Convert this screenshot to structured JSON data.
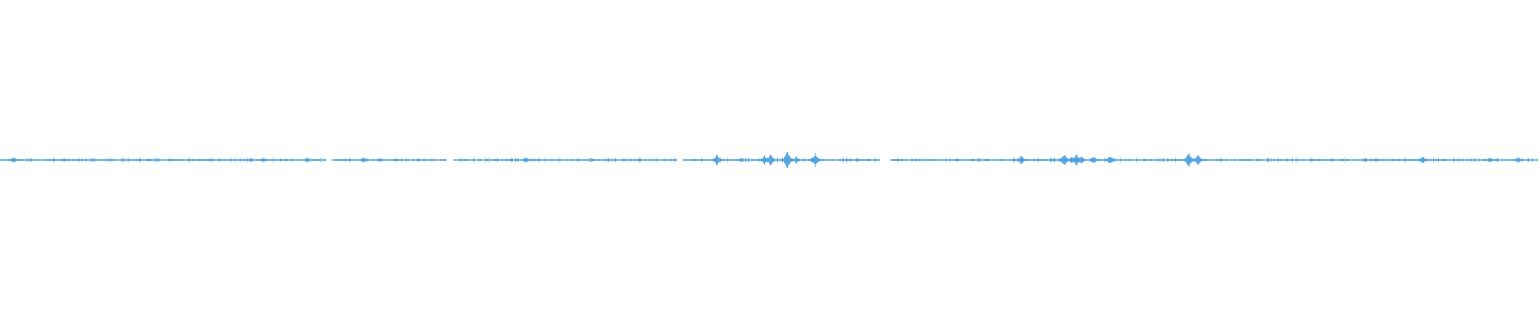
{
  "waveform": {
    "color": "#4a9fdc",
    "background": "#ffffff",
    "duration_fraction_played": 0,
    "segments": [
      [
        0.0,
        0.212
      ],
      [
        0.216,
        0.29
      ],
      [
        0.295,
        0.44
      ],
      [
        0.444,
        0.572
      ],
      [
        0.579,
        1.0
      ]
    ],
    "bursts": [
      {
        "pos": 0.009,
        "amp": 0.3
      },
      {
        "pos": 0.042,
        "amp": 0.15
      },
      {
        "pos": 0.112,
        "amp": 0.12
      },
      {
        "pos": 0.133,
        "amp": 0.1
      },
      {
        "pos": 0.163,
        "amp": 0.18
      },
      {
        "pos": 0.171,
        "amp": 0.22
      },
      {
        "pos": 0.196,
        "amp": 0.1
      },
      {
        "pos": 0.236,
        "amp": 0.28
      },
      {
        "pos": 0.247,
        "amp": 0.18
      },
      {
        "pos": 0.342,
        "amp": 0.25
      },
      {
        "pos": 0.422,
        "amp": 0.1
      },
      {
        "pos": 0.466,
        "amp": 0.48
      },
      {
        "pos": 0.482,
        "amp": 0.22
      },
      {
        "pos": 0.497,
        "amp": 0.4
      },
      {
        "pos": 0.501,
        "amp": 0.55
      },
      {
        "pos": 0.512,
        "amp": 0.8
      },
      {
        "pos": 0.518,
        "amp": 0.3
      },
      {
        "pos": 0.53,
        "amp": 0.65
      },
      {
        "pos": 0.557,
        "amp": 0.15
      },
      {
        "pos": 0.622,
        "amp": 0.18
      },
      {
        "pos": 0.664,
        "amp": 0.45
      },
      {
        "pos": 0.692,
        "amp": 0.55
      },
      {
        "pos": 0.697,
        "amp": 0.35
      },
      {
        "pos": 0.7,
        "amp": 0.62
      },
      {
        "pos": 0.703,
        "amp": 0.4
      },
      {
        "pos": 0.711,
        "amp": 0.35
      },
      {
        "pos": 0.722,
        "amp": 0.5
      },
      {
        "pos": 0.773,
        "amp": 0.75
      },
      {
        "pos": 0.779,
        "amp": 0.55
      },
      {
        "pos": 0.888,
        "amp": 0.2
      },
      {
        "pos": 0.925,
        "amp": 0.42
      },
      {
        "pos": 0.969,
        "amp": 0.25
      },
      {
        "pos": 0.987,
        "amp": 0.28
      }
    ]
  }
}
